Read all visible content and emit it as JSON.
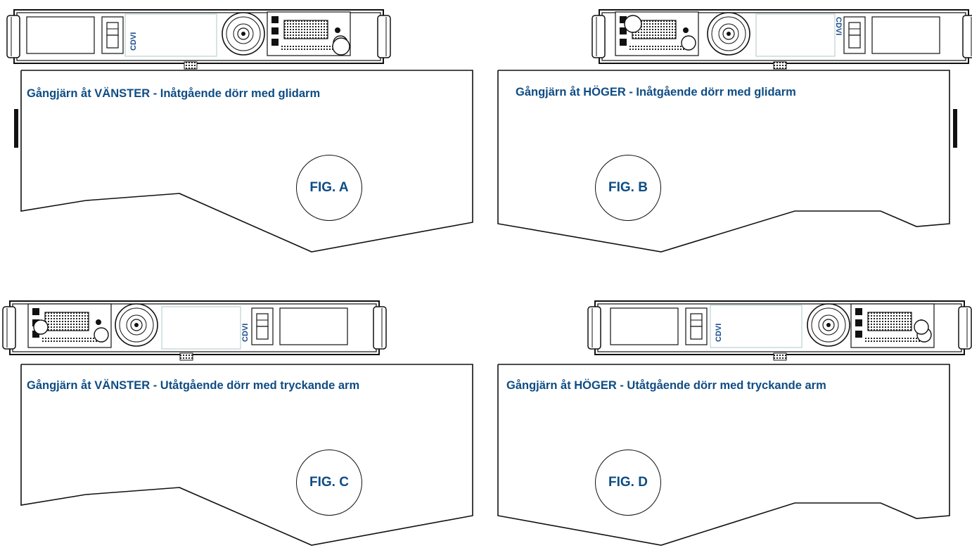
{
  "brand": "CDVI",
  "accent_color": "#0e4c84",
  "figures": [
    {
      "id": "A",
      "title": "Gångjärn åt VÄNSTER - Inåtgående dörr med glidarm",
      "label": "FIG. A"
    },
    {
      "id": "B",
      "title": "Gångjärn åt HÖGER - Inåtgående dörr med glidarm",
      "label": "FIG. B"
    },
    {
      "id": "C",
      "title": "Gångjärn åt VÄNSTER - Utåtgående dörr med tryckande arm",
      "label": "FIG. C"
    },
    {
      "id": "D",
      "title": "Gångjärn åt HÖGER - Utåtgående dörr med tryckande arm",
      "label": "FIG. D"
    }
  ]
}
